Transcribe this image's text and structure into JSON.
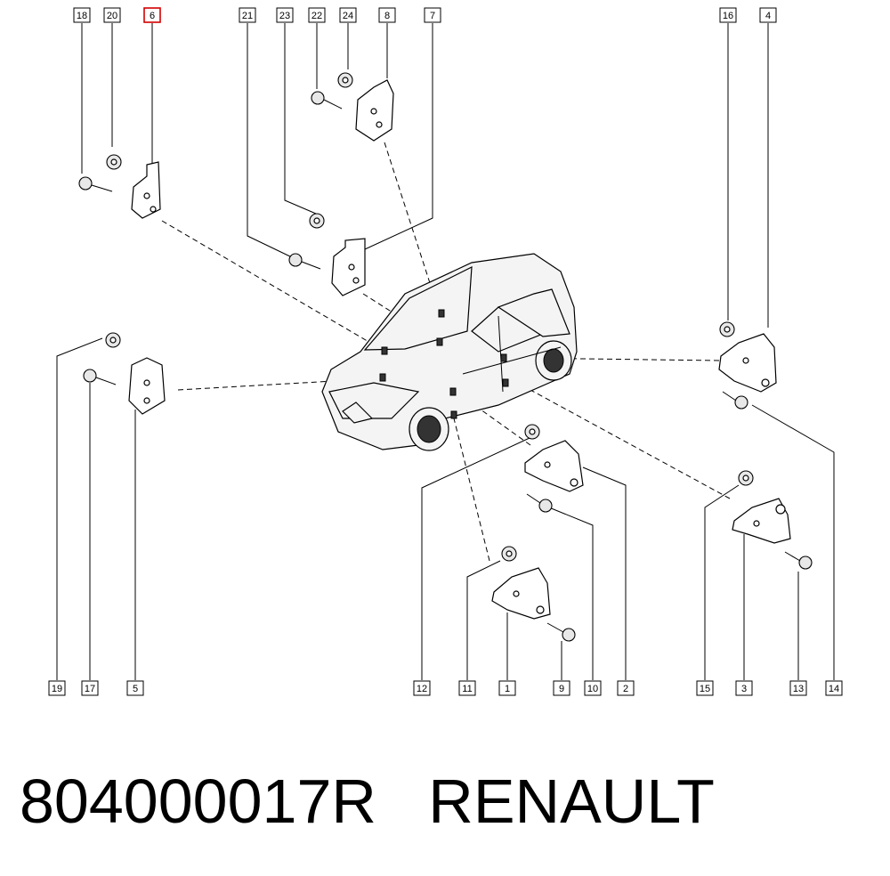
{
  "callouts": [
    "18",
    "20",
    "6",
    "21",
    "23",
    "22",
    "24",
    "8",
    "7",
    "16",
    "4",
    "19",
    "17",
    "5",
    "12",
    "11",
    "1",
    "9",
    "10",
    "2",
    "15",
    "3",
    "13",
    "14"
  ],
  "highlight_color": "#d40000",
  "caption": {
    "part_number": "804000017R",
    "brand": "RENAULT"
  }
}
